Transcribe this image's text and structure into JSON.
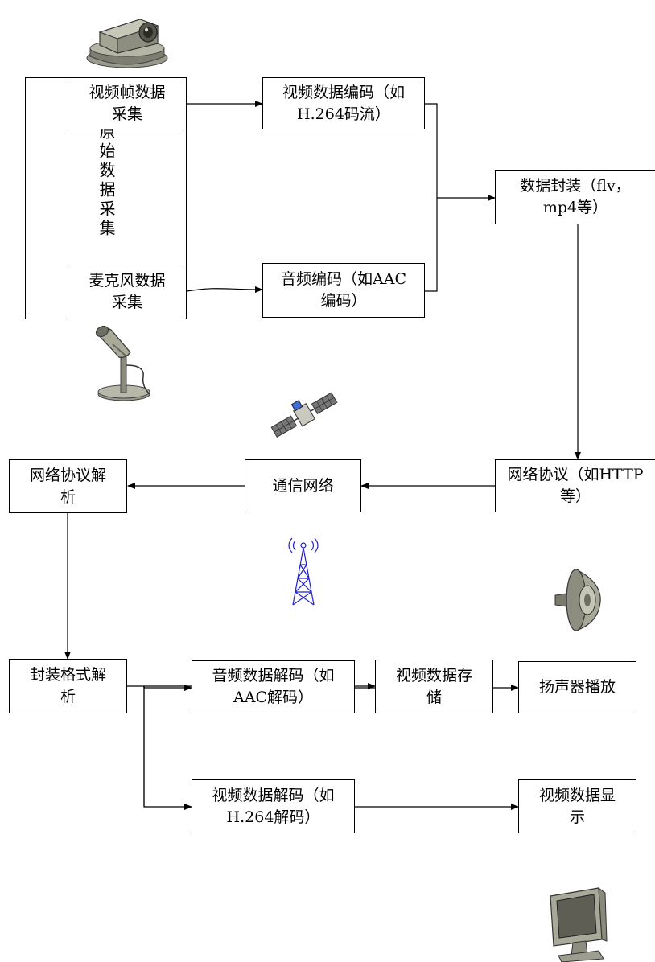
{
  "nodes": {
    "raw_capture": "原始数据采集",
    "video_frame_capture": "视频帧数据\n采集",
    "mic_capture": "麦克风数据\n采集",
    "video_encode": "视频数据编码（如\nH.264码流）",
    "audio_encode": "音频编码（如AAC\n编码）",
    "data_package": "数据封装（flv，\nmp4等）",
    "network_protocol": "网络协议（如HTTP\n等）",
    "comm_network": "通信网络",
    "protocol_parse": "网络协议解\n析",
    "format_parse": "封装格式解\n析",
    "audio_decode": "音频数据解码（如\nAAC解码）",
    "video_store": "视频数据存\n储",
    "video_decode": "视频数据解码（如\nH.264解码）",
    "speaker_play": "扬声器播放",
    "video_display": "视频数据显\n示"
  },
  "icons": [
    "camera-icon",
    "microphone-icon",
    "satellite-icon",
    "radio-tower-icon",
    "speaker-icon",
    "monitor-icon"
  ],
  "colors": {
    "line": "#000000",
    "tower": "#2222cc",
    "icon_gray": "#8c8c80"
  }
}
